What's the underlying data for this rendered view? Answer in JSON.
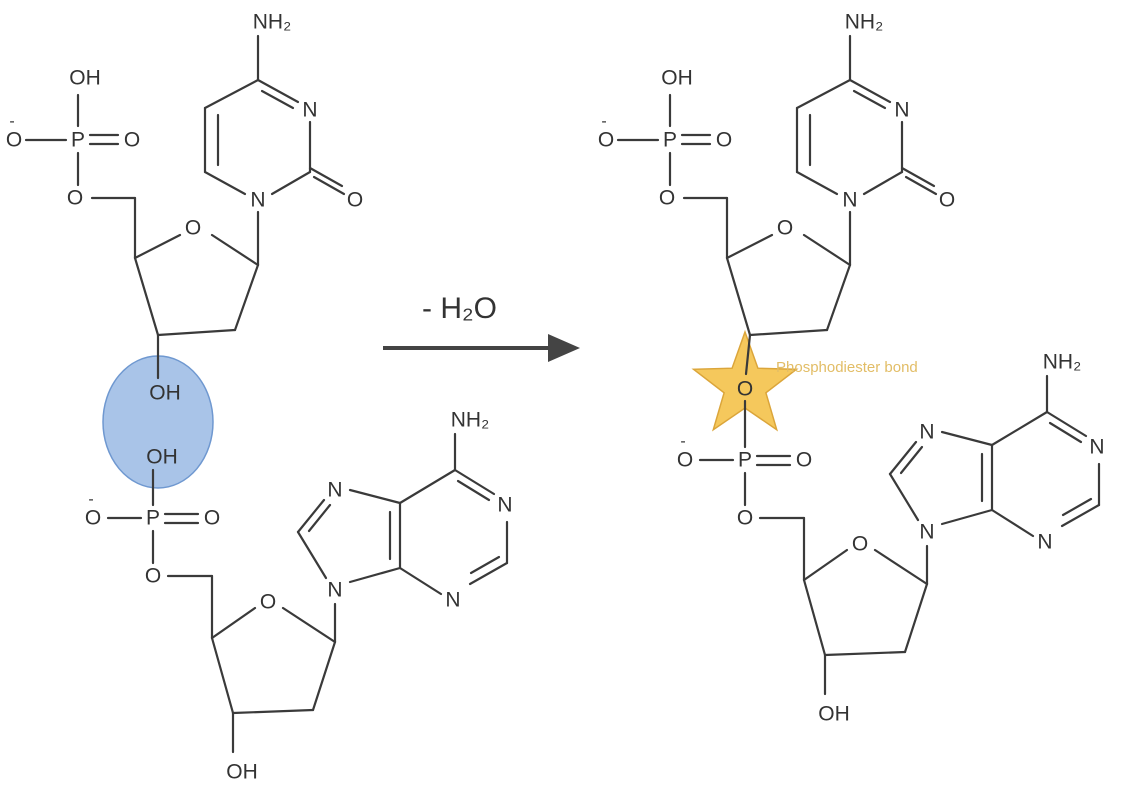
{
  "atoms": {
    "hydroxyl": "OH",
    "oxygen": "O",
    "nitrogen": "N",
    "phosphorus": "P",
    "amine": "NH₂",
    "negative_charge": "-"
  },
  "reaction": {
    "condition": "- H₂O"
  },
  "annotation": {
    "bond_label": "Phosphodiester bond"
  },
  "colors": {
    "highlight_fill": "#a9c4e8",
    "highlight_stroke": "#6f98d0",
    "star_fill": "#f5c85c",
    "star_stroke": "#dba53a",
    "annotation": "#e2bd66"
  }
}
